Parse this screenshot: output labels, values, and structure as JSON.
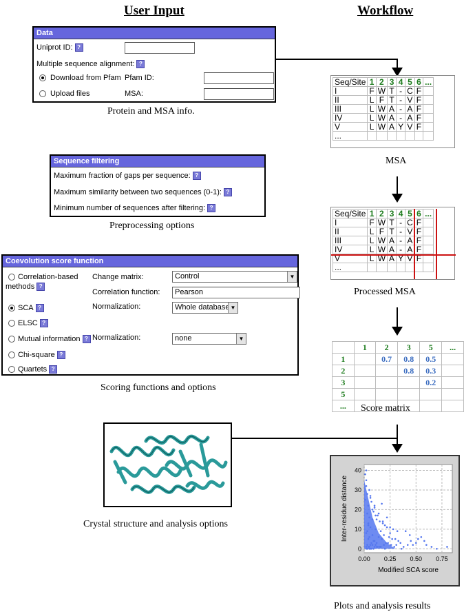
{
  "headers": {
    "user_input": "User Input",
    "workflow": "Workflow"
  },
  "data_panel": {
    "title": "Data",
    "uniprot_label": "Uniprot ID:",
    "msa_label": "Multiple sequence alignment:",
    "download_label": "Download from Pfam",
    "upload_label": "Upload files",
    "pfam_label": "Pfam ID:",
    "msa_field_label": "MSA:",
    "uniprot_value": "",
    "pfam_value": "",
    "msa_value": ""
  },
  "filter_panel": {
    "title": "Sequence filtering",
    "gaps_label": "Maximum fraction of gaps per sequence:",
    "similarity_label": "Maximum similarity between two sequences (0-1):",
    "minseq_label": "Minimum number of sequences after filtering:"
  },
  "coev_panel": {
    "title": "Coevolution score function",
    "correlation_label_1": "Correlation-based",
    "correlation_label_2": "methods",
    "sca_label": "SCA",
    "elsc_label": "ELSC",
    "mi_label": "Mutual information",
    "chi_label": "Chi-square",
    "quartets_label": "Quartets",
    "change_matrix_label": "Change matrix:",
    "change_matrix_value": "Control",
    "corr_function_label": "Correlation function:",
    "corr_function_value": "Pearson",
    "normalization_label": "Normalization:",
    "sca_norm_value": "Whole database",
    "mi_norm_value": "none"
  },
  "captions": {
    "protein": "Protein and MSA info.",
    "preprocessing": "Preprocessing options",
    "scoring": "Scoring functions and options",
    "crystal": "Crystal structure and analysis options",
    "msa": "MSA",
    "processed": "Processed MSA",
    "score_matrix": "Score matrix",
    "plots": "Plots and analysis results"
  },
  "msa_table": {
    "header": [
      "Seq/Site",
      "1",
      "2",
      "3",
      "4",
      "5",
      "6",
      "..."
    ],
    "rows": [
      [
        "I",
        "F",
        "W",
        "T",
        "-",
        "C",
        "F",
        ""
      ],
      [
        "II",
        "L",
        "F",
        "T",
        "-",
        "V",
        "F",
        ""
      ],
      [
        "III",
        "L",
        "W",
        "A",
        "-",
        "A",
        "F",
        ""
      ],
      [
        "IV",
        "L",
        "W",
        "A",
        "-",
        "A",
        "F",
        ""
      ],
      [
        "V",
        "L",
        "W",
        "A",
        "Y",
        "V",
        "F",
        ""
      ],
      [
        "...",
        "",
        "",
        "",
        "",
        "",
        "",
        ""
      ]
    ]
  },
  "processed_table": {
    "header": [
      "Seq/Site",
      "1",
      "2",
      "3",
      "4",
      "5",
      "6",
      "..."
    ],
    "rows": [
      [
        "I",
        "F",
        "W",
        "T",
        "-",
        "C",
        "F",
        ""
      ],
      [
        "II",
        "L",
        "F",
        "T",
        "-",
        "V",
        "F",
        ""
      ],
      [
        "III",
        "L",
        "W",
        "A",
        "-",
        "A",
        "F",
        ""
      ],
      [
        "IV",
        "L",
        "W",
        "A",
        "-",
        "A",
        "F",
        ""
      ],
      [
        "V",
        "L",
        "W",
        "A",
        "Y",
        "V",
        "F",
        ""
      ],
      [
        "...",
        "",
        "",
        "",
        "",
        "",
        "",
        ""
      ]
    ]
  },
  "score_table": {
    "header": [
      "",
      "1",
      "2",
      "3",
      "5",
      "..."
    ],
    "rows": [
      [
        "1",
        "",
        "0.7",
        "0.8",
        "0.5",
        ""
      ],
      [
        "2",
        "",
        "",
        "0.8",
        "0.3",
        ""
      ],
      [
        "3",
        "",
        "",
        "",
        "0.2",
        ""
      ],
      [
        "5",
        "",
        "",
        "",
        "",
        ""
      ],
      [
        "...",
        "",
        "",
        "",
        "",
        ""
      ]
    ]
  },
  "chart_data": {
    "type": "scatter",
    "xlabel": "Modified SCA score",
    "ylabel": "Inter-residue distance",
    "xlim": [
      0,
      0.85
    ],
    "ylim": [
      -2,
      43
    ],
    "xticks": [
      "0.00",
      "0.25",
      "0.50",
      "0.75"
    ],
    "yticks": [
      "0",
      "10",
      "20",
      "30",
      "40"
    ],
    "grid": true,
    "point_color": "#5577ee",
    "x": [
      0.02,
      0.03,
      0.01,
      0.05,
      0.04,
      0.06,
      0.08,
      0.03,
      0.02,
      0.07,
      0.1,
      0.12,
      0.04,
      0.05,
      0.09,
      0.15,
      0.11,
      0.06,
      0.03,
      0.02,
      0.13,
      0.18,
      0.2,
      0.08,
      0.05,
      0.04,
      0.16,
      0.22,
      0.25,
      0.1,
      0.07,
      0.03,
      0.14,
      0.19,
      0.28,
      0.3,
      0.12,
      0.06,
      0.02,
      0.09,
      0.17,
      0.24,
      0.33,
      0.35,
      0.05,
      0.08,
      0.11,
      0.21,
      0.27,
      0.4,
      0.42,
      0.15,
      0.03,
      0.06,
      0.13,
      0.19,
      0.23,
      0.31,
      0.45,
      0.5,
      0.02,
      0.04,
      0.07,
      0.1,
      0.16,
      0.26,
      0.38,
      0.55,
      0.6,
      0.03,
      0.05,
      0.09,
      0.12,
      0.2,
      0.29,
      0.36,
      0.47,
      0.65,
      0.7,
      0.8,
      0.04,
      0.08,
      0.11,
      0.14,
      0.18,
      0.25,
      0.32,
      0.44,
      0.52,
      0.58,
      0.01,
      0.02,
      0.06,
      0.1,
      0.17,
      0.22
    ],
    "y": [
      32,
      28,
      25,
      30,
      22,
      27,
      20,
      18,
      35,
      24,
      21,
      15,
      12,
      16,
      19,
      14,
      10,
      11,
      9,
      8,
      17,
      13,
      12,
      7,
      6,
      5,
      9,
      11,
      8,
      4,
      3,
      2,
      6,
      7,
      10,
      5,
      3,
      2,
      1,
      4,
      5,
      6,
      4,
      3,
      1,
      2,
      2,
      3,
      5,
      9,
      2,
      1,
      0,
      0,
      1,
      2,
      3,
      2,
      4,
      3,
      0,
      1,
      0,
      1,
      1,
      2,
      1,
      6,
      2,
      0,
      0,
      0,
      1,
      0,
      1,
      0,
      2,
      1,
      0,
      1,
      13,
      15,
      17,
      18,
      14,
      11,
      9,
      7,
      5,
      4,
      38,
      40,
      26,
      22,
      23,
      16
    ]
  }
}
